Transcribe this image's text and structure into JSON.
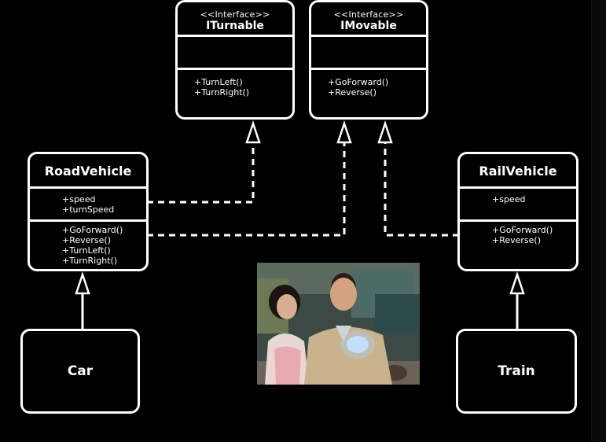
{
  "interfaces": [
    {
      "id": "iturnable",
      "stereotype": "<<Interface>>",
      "name": "ITurnable",
      "methods": [
        "+TurnLeft()",
        "+TurnRight()"
      ]
    },
    {
      "id": "imovable",
      "stereotype": "<<Interface>>",
      "name": "IMovable",
      "methods": [
        "+GoForward()",
        "+Reverse()"
      ]
    }
  ],
  "classes": [
    {
      "id": "roadvehicle",
      "name": "RoadVehicle",
      "fields": [
        "+speed",
        "+turnSpeed"
      ],
      "methods": [
        "+GoForward()",
        "+Reverse()",
        "+TurnLeft()",
        "+TurnRight()"
      ]
    },
    {
      "id": "railvehicle",
      "name": "RailVehicle",
      "fields": [
        "+speed"
      ],
      "methods": [
        "+GoForward()",
        "+Reverse()"
      ]
    }
  ],
  "subclasses": [
    {
      "id": "car",
      "name": "Car"
    },
    {
      "id": "train",
      "name": "Train"
    }
  ],
  "relations": [
    {
      "from": "RoadVehicle",
      "to": "ITurnable",
      "type": "realization"
    },
    {
      "from": "RoadVehicle",
      "to": "IMovable",
      "type": "realization"
    },
    {
      "from": "RailVehicle",
      "to": "IMovable",
      "type": "realization"
    },
    {
      "from": "Car",
      "to": "RoadVehicle",
      "type": "generalization"
    },
    {
      "from": "Train",
      "to": "RailVehicle",
      "type": "generalization"
    }
  ],
  "colors": {
    "background": "#000000",
    "stroke": "#ffffff"
  }
}
